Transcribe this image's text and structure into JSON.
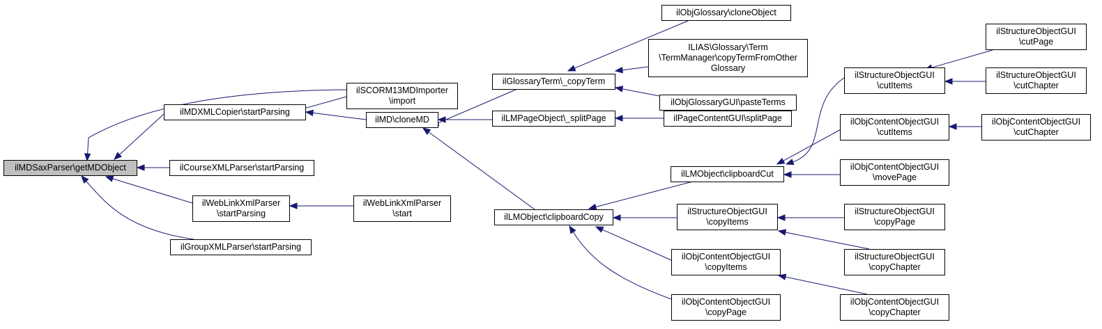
{
  "diagram": {
    "title": "",
    "edge_color": "#191970",
    "root_fill": "#bfbfbf",
    "nodes": [
      {
        "id": "n0",
        "lines": [
          "ilMDSaxParser\\getMDObject"
        ],
        "root": true
      },
      {
        "id": "n1",
        "lines": [
          "ilSCORM13MDImporter",
          "\\import"
        ]
      },
      {
        "id": "n2",
        "lines": [
          "ilMDXMLCopier\\startParsing"
        ]
      },
      {
        "id": "n3",
        "lines": [
          "ilCourseXMLParser\\startParsing"
        ]
      },
      {
        "id": "n4",
        "lines": [
          "ilWebLinkXmlParser",
          "\\startParsing"
        ]
      },
      {
        "id": "n5",
        "lines": [
          "ilGroupXMLParser\\startParsing"
        ]
      },
      {
        "id": "n6",
        "lines": [
          "ilWebLinkXmlParser",
          "\\start"
        ]
      },
      {
        "id": "n7",
        "lines": [
          "ilMD\\cloneMD"
        ]
      },
      {
        "id": "n8",
        "lines": [
          "ilGlossaryTerm\\_copyTerm"
        ]
      },
      {
        "id": "n9",
        "lines": [
          "ilLMPageObject\\_splitPage"
        ]
      },
      {
        "id": "n10",
        "lines": [
          "ilLMObject\\clipboardCopy"
        ]
      },
      {
        "id": "n11",
        "lines": [
          "ilObjGlossary\\cloneObject"
        ]
      },
      {
        "id": "n12",
        "lines": [
          "ILIAS\\Glossary\\Term",
          "\\TermManager\\copyTermFromOther",
          "Glossary"
        ]
      },
      {
        "id": "n13",
        "lines": [
          "ilObjGlossaryGUI\\pasteTerms"
        ]
      },
      {
        "id": "n14",
        "lines": [
          "ilPageContentGUI\\splitPage"
        ]
      },
      {
        "id": "n15",
        "lines": [
          "ilLMObject\\clipboardCut"
        ]
      },
      {
        "id": "n16",
        "lines": [
          "ilStructureObjectGUI",
          "\\copyItems"
        ]
      },
      {
        "id": "n17",
        "lines": [
          "ilObjContentObjectGUI",
          "\\copyItems"
        ]
      },
      {
        "id": "n18",
        "lines": [
          "ilObjContentObjectGUI",
          "\\copyPage"
        ]
      },
      {
        "id": "n19",
        "lines": [
          "ilStructureObjectGUI",
          "\\cutItems"
        ]
      },
      {
        "id": "n20",
        "lines": [
          "ilObjContentObjectGUI",
          "\\cutItems"
        ]
      },
      {
        "id": "n21",
        "lines": [
          "ilObjContentObjectGUI",
          "\\movePage"
        ]
      },
      {
        "id": "n22",
        "lines": [
          "ilStructureObjectGUI",
          "\\copyPage"
        ]
      },
      {
        "id": "n23",
        "lines": [
          "ilStructureObjectGUI",
          "\\copyChapter"
        ]
      },
      {
        "id": "n24",
        "lines": [
          "ilObjContentObjectGUI",
          "\\copyChapter"
        ]
      },
      {
        "id": "n25",
        "lines": [
          "ilStructureObjectGUI",
          "\\cutPage"
        ]
      },
      {
        "id": "n26",
        "lines": [
          "ilStructureObjectGUI",
          "\\cutChapter"
        ]
      },
      {
        "id": "n27",
        "lines": [
          "ilObjContentObjectGUI",
          "\\cutChapter"
        ]
      }
    ],
    "edges": [
      {
        "from": "n1",
        "to": "n0"
      },
      {
        "from": "n2",
        "to": "n0"
      },
      {
        "from": "n3",
        "to": "n0"
      },
      {
        "from": "n4",
        "to": "n0"
      },
      {
        "from": "n5",
        "to": "n0"
      },
      {
        "from": "n1",
        "to": "n2"
      },
      {
        "from": "n7",
        "to": "n2"
      },
      {
        "from": "n6",
        "to": "n4"
      },
      {
        "from": "n8",
        "to": "n7"
      },
      {
        "from": "n9",
        "to": "n7"
      },
      {
        "from": "n10",
        "to": "n7"
      },
      {
        "from": "n11",
        "to": "n8"
      },
      {
        "from": "n12",
        "to": "n8"
      },
      {
        "from": "n13",
        "to": "n8"
      },
      {
        "from": "n14",
        "to": "n9"
      },
      {
        "from": "n15",
        "to": "n10"
      },
      {
        "from": "n16",
        "to": "n10"
      },
      {
        "from": "n17",
        "to": "n10"
      },
      {
        "from": "n18",
        "to": "n10"
      },
      {
        "from": "n19",
        "to": "n15"
      },
      {
        "from": "n20",
        "to": "n15"
      },
      {
        "from": "n21",
        "to": "n15"
      },
      {
        "from": "n22",
        "to": "n16"
      },
      {
        "from": "n23",
        "to": "n16"
      },
      {
        "from": "n24",
        "to": "n17"
      },
      {
        "from": "n25",
        "to": "n19"
      },
      {
        "from": "n26",
        "to": "n19"
      },
      {
        "from": "n27",
        "to": "n20"
      }
    ]
  }
}
